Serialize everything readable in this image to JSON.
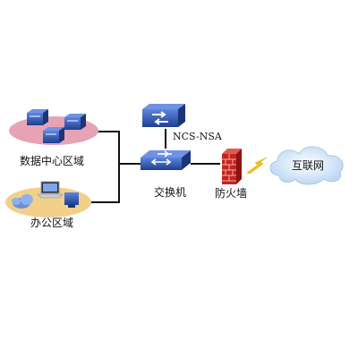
{
  "nodes": {
    "datacenter": {
      "label": "数据中心区域"
    },
    "office": {
      "label": "办公区域"
    },
    "ncs_nsa": {
      "label": "NCS-NSA"
    },
    "switch": {
      "label": "交换机"
    },
    "firewall": {
      "label": "防火墙"
    },
    "internet": {
      "label": "互联网"
    }
  },
  "colors": {
    "datacenter_zone": "#e6a3b6",
    "office_zone": "#f2d08a",
    "device_blue": "#2f57b5",
    "link": "#111111",
    "firewall_brick": "#c8221f",
    "lightning": "#f0c21a",
    "cloud": "#cfe3f7"
  }
}
